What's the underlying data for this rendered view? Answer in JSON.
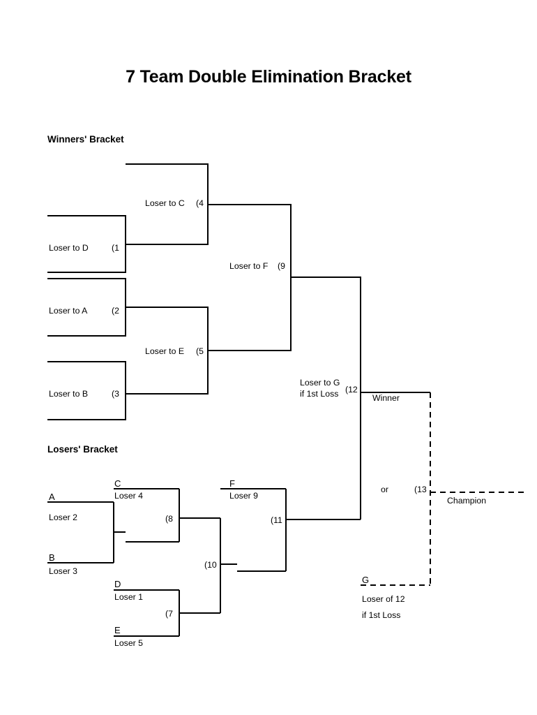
{
  "title": "7 Team Double Elimination Bracket",
  "sections": {
    "winners_heading": "Winners' Bracket",
    "losers_heading": "Losers' Bracket"
  },
  "winners_bracket": {
    "games": [
      {
        "id": "g1",
        "label": "Loser to D",
        "number": "(1"
      },
      {
        "id": "g2",
        "label": "Loser to A",
        "number": "(2"
      },
      {
        "id": "g3",
        "label": "Loser to B",
        "number": "(3"
      },
      {
        "id": "g4",
        "label": "Loser to C",
        "number": "(4"
      },
      {
        "id": "g5",
        "label": "Loser to E",
        "number": "(5"
      },
      {
        "id": "g9",
        "label": "Loser to F",
        "number": "(9"
      },
      {
        "id": "g12",
        "label_line1": "Loser to G",
        "label_line2": "if 1st Loss",
        "number": "(12"
      }
    ]
  },
  "losers_bracket": {
    "slots": [
      {
        "id": "a",
        "letter": "A",
        "source": "Loser 2"
      },
      {
        "id": "b",
        "letter": "B",
        "source": "Loser 3"
      },
      {
        "id": "c",
        "letter": "C",
        "source": "Loser 4"
      },
      {
        "id": "d",
        "letter": "D",
        "source": "Loser 1"
      },
      {
        "id": "e",
        "letter": "E",
        "source": "Loser 5"
      },
      {
        "id": "f",
        "letter": "F",
        "source": "Loser 9"
      },
      {
        "id": "g",
        "letter": "G",
        "source_line1": "Loser of 12",
        "source_line2": "if 1st Loss"
      }
    ],
    "games": [
      {
        "id": "g7",
        "number": "(7"
      },
      {
        "id": "g8",
        "number": "(8"
      },
      {
        "id": "g10",
        "number": "(10"
      },
      {
        "id": "g11",
        "number": "(11"
      }
    ]
  },
  "final": {
    "winner_label": "Winner",
    "or_label": "or",
    "game13_number": "(13",
    "champion_label": "Champion"
  },
  "colors": {
    "line": "#000000",
    "text": "#000000",
    "background": "#ffffff"
  }
}
